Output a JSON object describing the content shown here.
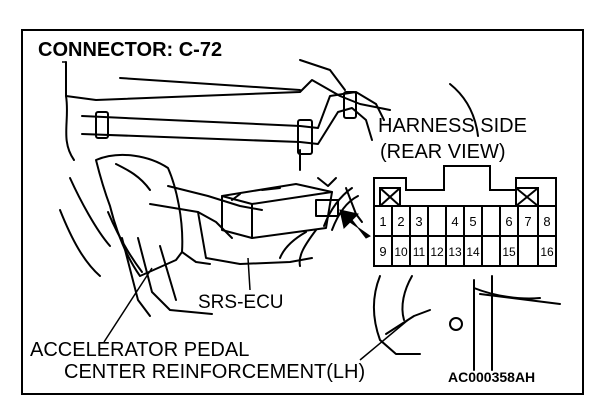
{
  "figure": {
    "title": "CONNECTOR: C-72",
    "code": "AC000358AH",
    "labels": {
      "harness_side": "HARNESS SIDE",
      "rear_view": "(REAR VIEW)",
      "srs_ecu": "SRS-ECU",
      "pedal": "ACCELERATOR PEDAL",
      "reinforcement": "CENTER REINFORCEMENT(LH)"
    },
    "connector": {
      "top_row": [
        "1",
        "2",
        "3",
        "4",
        "5",
        "6",
        "7",
        "8"
      ],
      "bottom_row": [
        "9",
        "10",
        "11",
        "12",
        "13",
        "14",
        "15",
        "16"
      ]
    }
  }
}
